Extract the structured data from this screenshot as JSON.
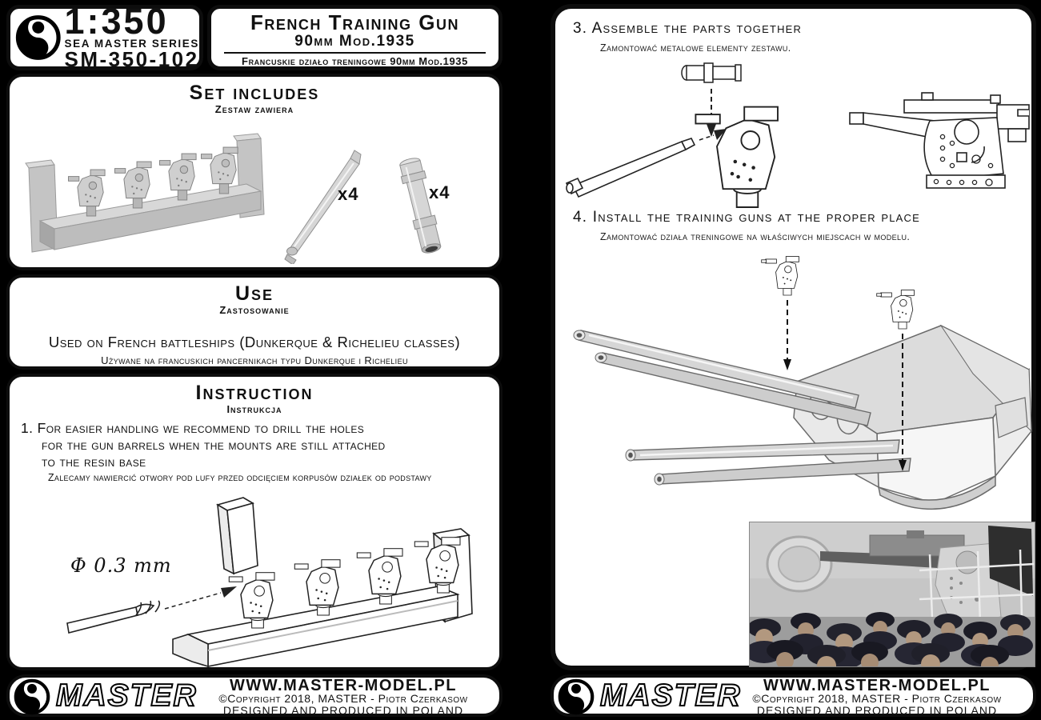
{
  "colors": {
    "page_bg": "#000000",
    "panel_bg": "#ffffff",
    "ink": "#111111"
  },
  "header": {
    "scale": "1:350",
    "series": "SEA MASTER SERIES",
    "code": "SM-350-102",
    "title": "French Training Gun",
    "caliber": "90mm Mod.1935",
    "title_pl": "Francuskie działo treningowe 90mm Mod.1935"
  },
  "set_includes": {
    "heading": "Set includes",
    "heading_pl": "Zestaw zawiera",
    "barrel_qty": "x4",
    "sleeve_qty": "x4"
  },
  "use": {
    "heading": "Use",
    "heading_pl": "Zastosowanie",
    "text": "Used on French battleships (Dunkerque & Richelieu classes)",
    "text_pl": "Używane na francuskich pancernikach typu Dunkerque i Richelieu"
  },
  "instruction": {
    "heading": "Instruction",
    "heading_pl": "Instrukcja",
    "step1": "1. For easier handling we recommend to drill the holes\nfor the gun barrels when the mounts are still attached\nto the resin base",
    "step1_pl": "Zalecamy nawiercić otwory pod lufy przed odcięciem korpusów działek od podstawy",
    "drill_diameter": "Φ 0.3 mm"
  },
  "step3": {
    "title": "3. Assemble the parts together",
    "subtitle_pl": "Zamontować metalowe elementy zestawu."
  },
  "step4": {
    "title": "4. Install the training guns at the proper place",
    "subtitle_pl": "Zamontować działa treningowe na właściwych miejscach w modelu."
  },
  "footer": {
    "brand": "MASTER",
    "website": "WWW.MASTER-MODEL.PL",
    "copyright": "©Copyright 2018, MASTER - Piotr Czerkasow",
    "origin": "Designed and produced in Poland"
  }
}
